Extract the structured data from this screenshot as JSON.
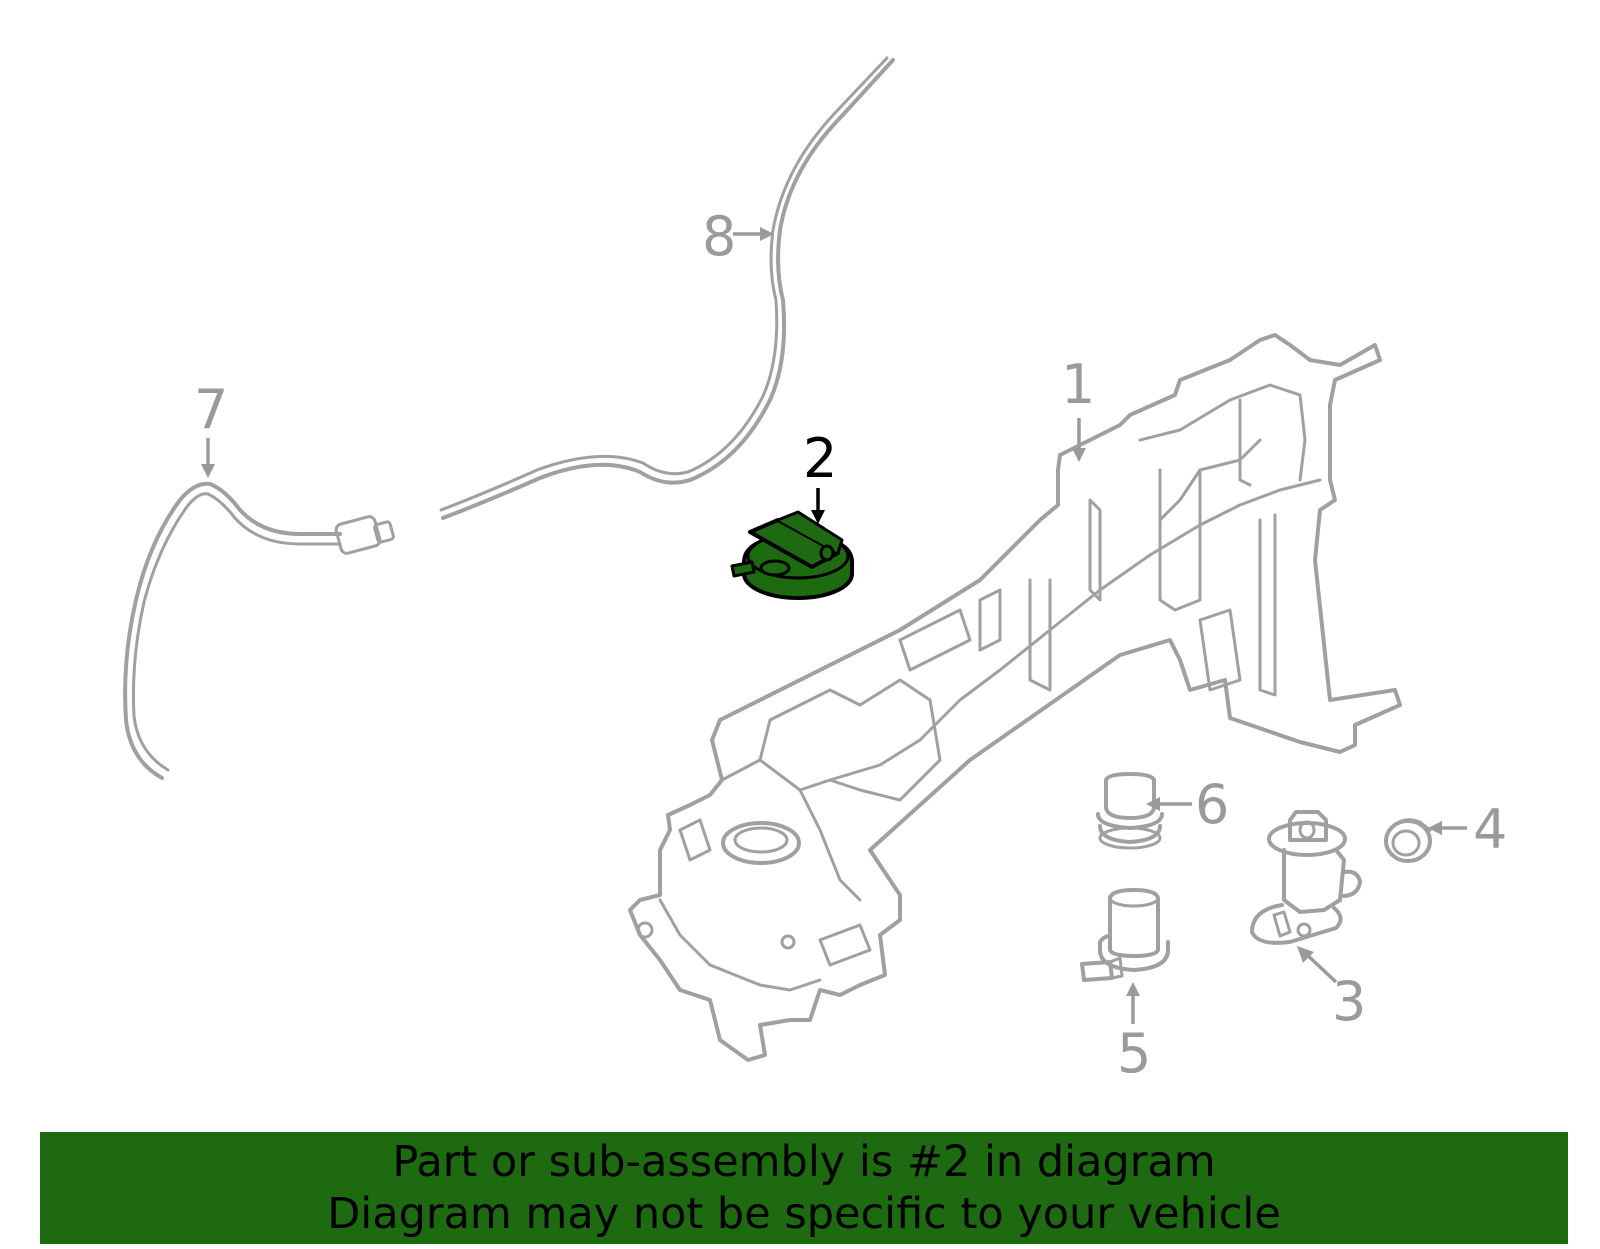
{
  "diagram": {
    "callouts": [
      {
        "id": "1",
        "label": "1"
      },
      {
        "id": "2",
        "label": "2"
      },
      {
        "id": "3",
        "label": "3"
      },
      {
        "id": "4",
        "label": "4"
      },
      {
        "id": "5",
        "label": "5"
      },
      {
        "id": "6",
        "label": "6"
      },
      {
        "id": "7",
        "label": "7"
      },
      {
        "id": "8",
        "label": "8"
      }
    ],
    "highlighted_part": "2",
    "colors": {
      "part_line": "#a0a0a0",
      "highlight_fill": "#1e6a10",
      "highlight_stroke": "#000000",
      "banner_bg": "#1e6a10"
    }
  },
  "footer": {
    "line1": "Part or sub-assembly is #2 in diagram",
    "line2": "Diagram may not be specific to your vehicle"
  }
}
